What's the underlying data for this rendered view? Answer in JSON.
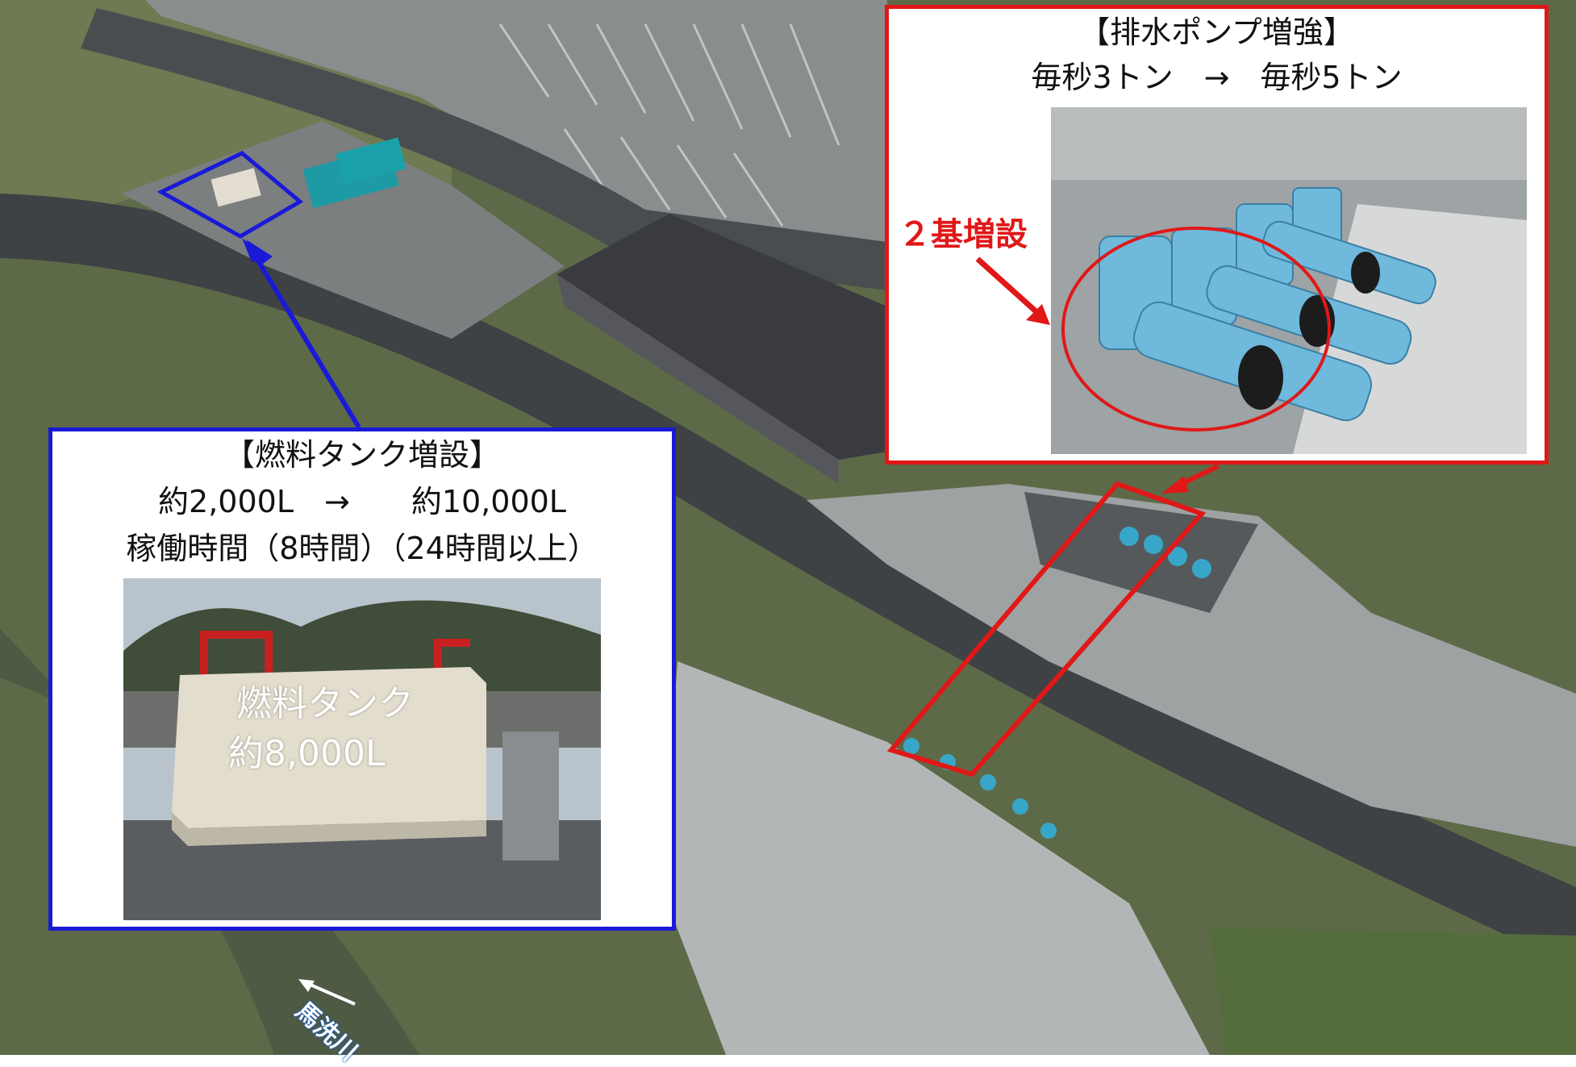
{
  "fuel_callout": {
    "title": "【燃料タンク増設】",
    "capacity_line": "約2,000L　→　　約10,000L",
    "runtime_line": "稼働時間（8時間）（24時間以上）",
    "tank_label_name": "燃料タンク",
    "tank_label_volume": "約8,000L"
  },
  "pump_callout": {
    "title": "【排水ポンプ増強】",
    "capacity_line": "毎秒3トン　→　毎秒5トン",
    "added_label": "２基増設"
  },
  "map": {
    "river_label": "馬洗川"
  },
  "colors": {
    "fuel_highlight": "#1a1ad6",
    "pump_highlight": "#e01818"
  }
}
